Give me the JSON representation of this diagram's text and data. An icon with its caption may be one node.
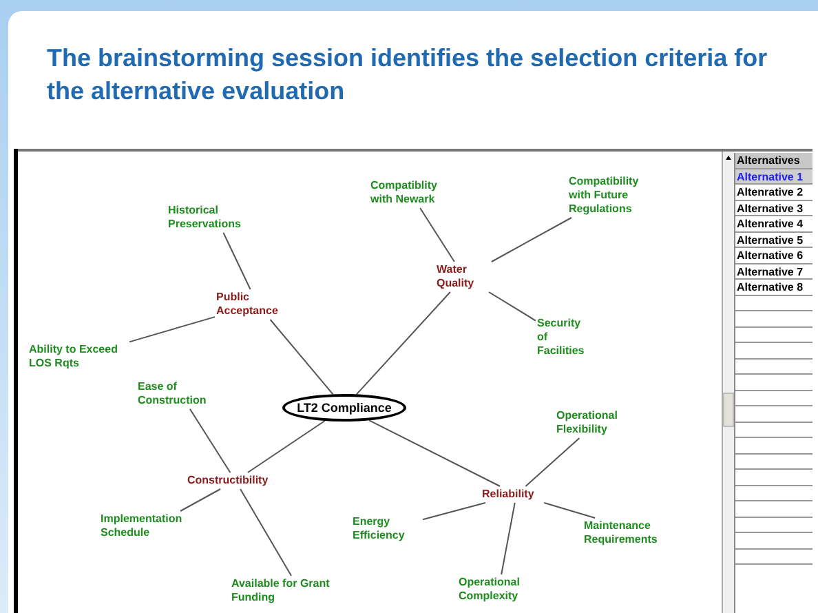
{
  "diagram": {
    "title": "The brainstorming session identifies the selection criteria for the alternative evaluation",
    "nodes": [
      {
        "text": [
          "LT2 Compliance"
        ]
      },
      {
        "text": [
          "Public Acceptance"
        ]
      },
      {
        "text": [
          "Historical Preservations"
        ]
      },
      {
        "text": [
          "Ability to Exceed LOS Rqts"
        ]
      },
      {
        "text": [
          "Water Quality"
        ]
      },
      {
        "text": [
          "Compatiblity with Newark"
        ]
      },
      {
        "text": [
          "Compatibility with Future Regulations"
        ]
      },
      {
        "text": [
          "Security of Facilities"
        ]
      },
      {
        "text": [
          "Constructibility"
        ]
      },
      {
        "text": [
          "Ease of Construction"
        ]
      },
      {
        "text": [
          "Implementation Schedule"
        ]
      },
      {
        "text": [
          "Available for Grant Funding"
        ]
      },
      {
        "text": [
          "Reliability"
        ]
      },
      {
        "text": [
          "Operational Flexibility"
        ]
      },
      {
        "text": [
          "Maintenance Requirements"
        ]
      },
      {
        "text": [
          "Energy Efficiency"
        ]
      },
      {
        "text": [
          "Operational Complexity"
        ]
      }
    ],
    "edges": [
      {
        "from": 0,
        "to": 1,
        "arrow": "none"
      },
      {
        "from": 1,
        "to": 2,
        "arrow": "none"
      },
      {
        "from": 1,
        "to": 3,
        "arrow": "none"
      },
      {
        "from": 0,
        "to": 4,
        "arrow": "none"
      },
      {
        "from": 4,
        "to": 5,
        "arrow": "none"
      },
      {
        "from": 4,
        "to": 6,
        "arrow": "none"
      },
      {
        "from": 4,
        "to": 7,
        "arrow": "none"
      },
      {
        "from": 0,
        "to": 8,
        "arrow": "none"
      },
      {
        "from": 8,
        "to": 9,
        "arrow": "none"
      },
      {
        "from": 8,
        "to": 10,
        "arrow": "none"
      },
      {
        "from": 8,
        "to": 11,
        "arrow": "none"
      },
      {
        "from": 0,
        "to": 12,
        "arrow": "none"
      },
      {
        "from": 12,
        "to": 13,
        "arrow": "none"
      },
      {
        "from": 12,
        "to": 14,
        "arrow": "none"
      },
      {
        "from": 12,
        "to": 15,
        "arrow": "none"
      },
      {
        "from": 12,
        "to": 16,
        "arrow": "none"
      }
    ],
    "labels": [
      "Alternatives",
      "Alternative 1",
      "Altenrative 2",
      "Alternative 3",
      "Altenrative 4",
      "Alternative 5",
      "Alternative 6",
      "Alternative 7",
      "Alternative 8"
    ]
  }
}
